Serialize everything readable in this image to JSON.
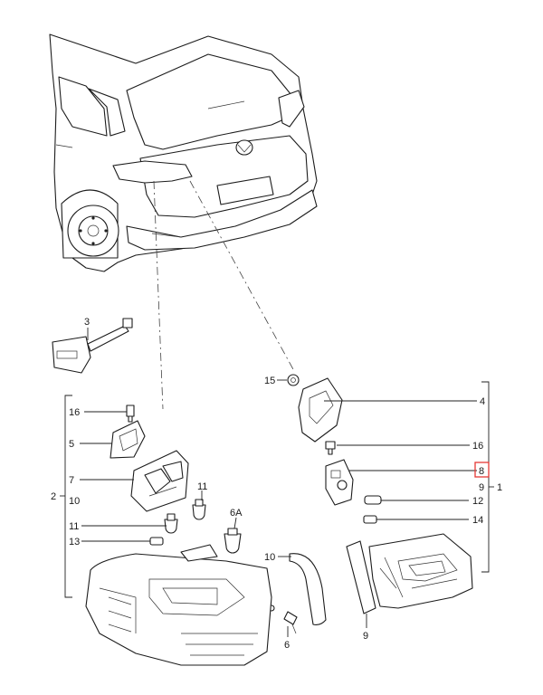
{
  "diagram": {
    "callouts": [
      {
        "id": "l15",
        "text": "15"
      },
      {
        "id": "l4",
        "text": "4"
      },
      {
        "id": "l3",
        "text": "3"
      },
      {
        "id": "l16a",
        "text": "16"
      },
      {
        "id": "l5",
        "text": "5"
      },
      {
        "id": "l7",
        "text": "7"
      },
      {
        "id": "l2",
        "text": "2"
      },
      {
        "id": "l10a",
        "text": "10"
      },
      {
        "id": "l11a",
        "text": "11"
      },
      {
        "id": "l11b",
        "text": "11"
      },
      {
        "id": "l13",
        "text": "13"
      },
      {
        "id": "l6a",
        "text": "6A"
      },
      {
        "id": "l10b",
        "text": "10"
      },
      {
        "id": "l6",
        "text": "6"
      },
      {
        "id": "l16b",
        "text": "16"
      },
      {
        "id": "l8",
        "text": "8"
      },
      {
        "id": "l9a",
        "text": "9"
      },
      {
        "id": "l1",
        "text": "1"
      },
      {
        "id": "l12",
        "text": "12"
      },
      {
        "id": "l14",
        "text": "14"
      },
      {
        "id": "l9b",
        "text": "9"
      }
    ],
    "highlight_color": "#e53935"
  }
}
